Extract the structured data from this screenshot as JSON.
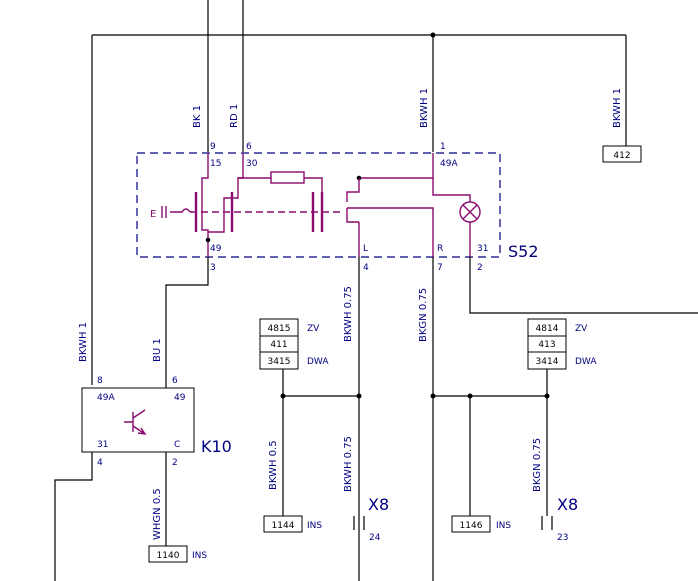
{
  "components": {
    "s52": {
      "id": "S52"
    },
    "k10": {
      "id": "K10",
      "pins": {
        "p8": "8",
        "p6": "6",
        "p49a": "49A",
        "p49": "49",
        "p31": "31",
        "pc": "C",
        "p4": "4",
        "p2": "2"
      }
    },
    "x8_left": {
      "id": "X8",
      "pin": "24"
    },
    "x8_right": {
      "id": "X8",
      "pin": "23"
    }
  },
  "wires": {
    "bk1": "BK 1",
    "rd1": "RD 1",
    "bkwh1_top": "BKWH 1",
    "bkwh1_right": "BKWH 1",
    "bkwh1_left": "BKWH 1",
    "bu1": "BU 1",
    "bkwh075_mid": "BKWH 0.75",
    "bkgn075_mid": "BKGN 0.75",
    "bkwh05": "BKWH 0.5",
    "bkwh075_low": "BKWH 0.75",
    "bkgn075_low": "BKGN 0.75",
    "whgn05": "WHGN 0.5"
  },
  "pins": {
    "p9": "9",
    "p6": "6",
    "p1": "1",
    "p15": "15",
    "p30": "30",
    "p49a": "49A",
    "p49": "49",
    "pL": "L",
    "pR": "R",
    "p31": "31",
    "p3": "3",
    "p4": "4",
    "p7": "7",
    "p2": "2"
  },
  "refs": {
    "r412": "412",
    "stack_left": [
      "4815",
      "411",
      "3415"
    ],
    "stack_right": [
      "4814",
      "413",
      "3414"
    ],
    "zv": "ZV",
    "dwa": "DWA",
    "r1144": "1144",
    "r1146": "1146",
    "r1140": "1140",
    "ins": "INS"
  }
}
